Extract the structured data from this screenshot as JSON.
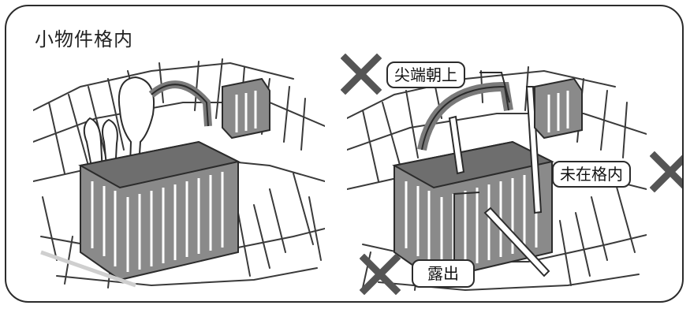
{
  "title": "小物件格内",
  "callouts": {
    "tip_up": "尖端朝上",
    "not_in_slot": "未在格内",
    "exposed": "露出"
  },
  "icons": {
    "wrong_mark": "x-mark-icon"
  },
  "colors": {
    "line": "#2b2b2b",
    "wire": "#3a3a3a",
    "basket_fill": "#8a8a8a",
    "mark": "#555555"
  }
}
